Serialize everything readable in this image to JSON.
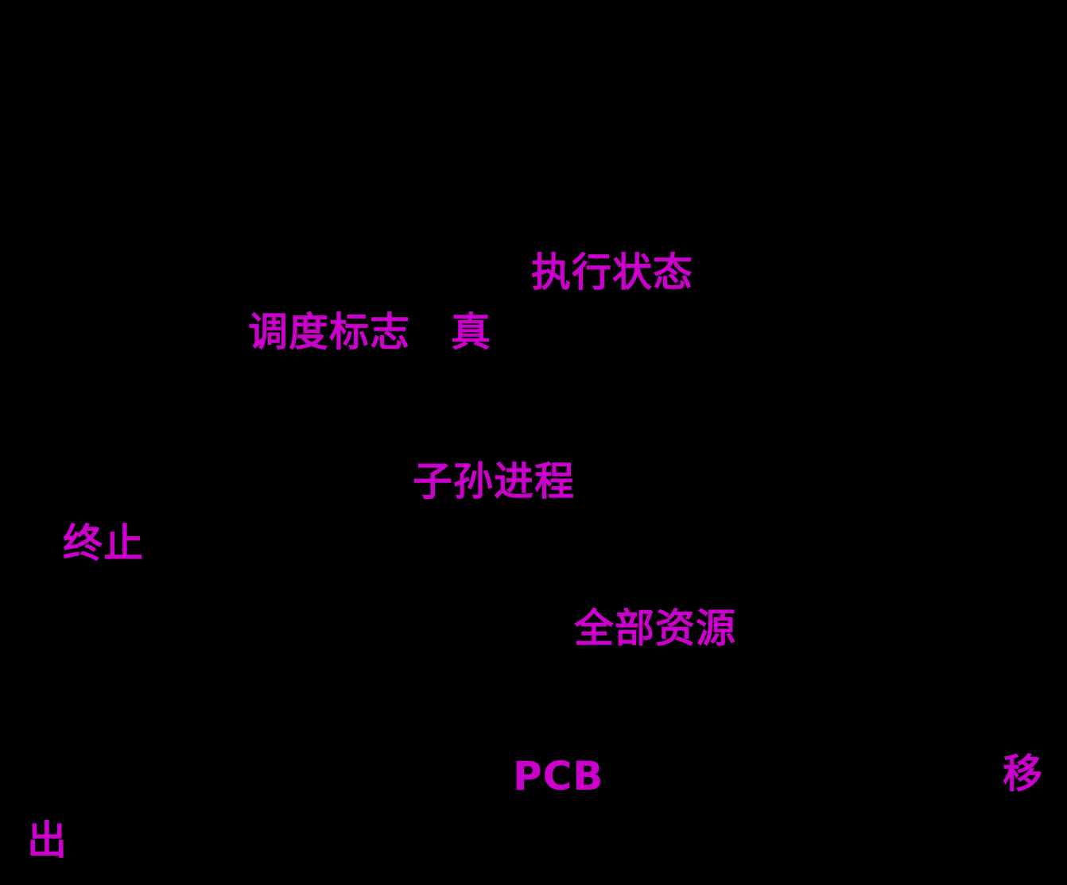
{
  "page": {
    "background_color": "#000000",
    "accent_color": "#CC00CC"
  },
  "fragments": [
    {
      "name": "execution-state",
      "text": "执行状态"
    },
    {
      "name": "scheduling-flag",
      "text": "调度标志"
    },
    {
      "name": "true-value",
      "text": "真"
    },
    {
      "name": "descendant-processes",
      "text": "子孙进程"
    },
    {
      "name": "terminate",
      "text": "终止"
    },
    {
      "name": "all-resources",
      "text": "全部资源"
    },
    {
      "name": "pcb",
      "text": "PCB"
    },
    {
      "name": "move-char",
      "text": "移"
    },
    {
      "name": "out-char",
      "text": "出"
    }
  ]
}
